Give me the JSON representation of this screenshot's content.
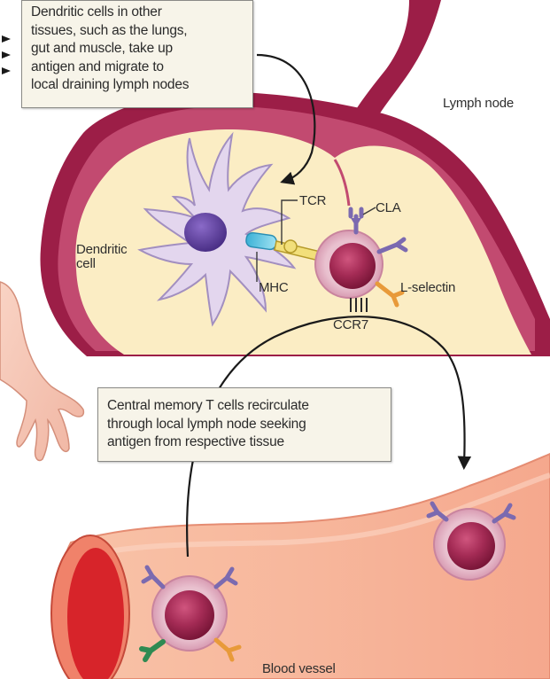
{
  "callouts": {
    "top": [
      "Dendritic cells in other",
      "tissues, such as the lungs,",
      "gut and muscle, take up",
      "antigen and migrate to",
      "local draining lymph nodes"
    ],
    "middle": [
      "Central memory T cells recirculate",
      "through local lymph node seeking",
      "antigen from respective tissue"
    ]
  },
  "labels": {
    "lymph_node": "Lymph node",
    "dendritic_cell": [
      "Dendritic",
      "cell"
    ],
    "tcr": "TCR",
    "cla": "CLA",
    "mhc": "MHC",
    "l_selectin": "L-selectin",
    "ccr7": "CCR7",
    "blood_vessel": "Blood vessel"
  },
  "colors": {
    "node_outer": "#9c1e47",
    "node_inner": "#fbedc4",
    "cell_body": "#a32a55",
    "vessel": "#f6b79a",
    "vessel_lumen": "#d7242a",
    "dendritic": "#e3d6ee",
    "skin": "#f6c6b4"
  }
}
